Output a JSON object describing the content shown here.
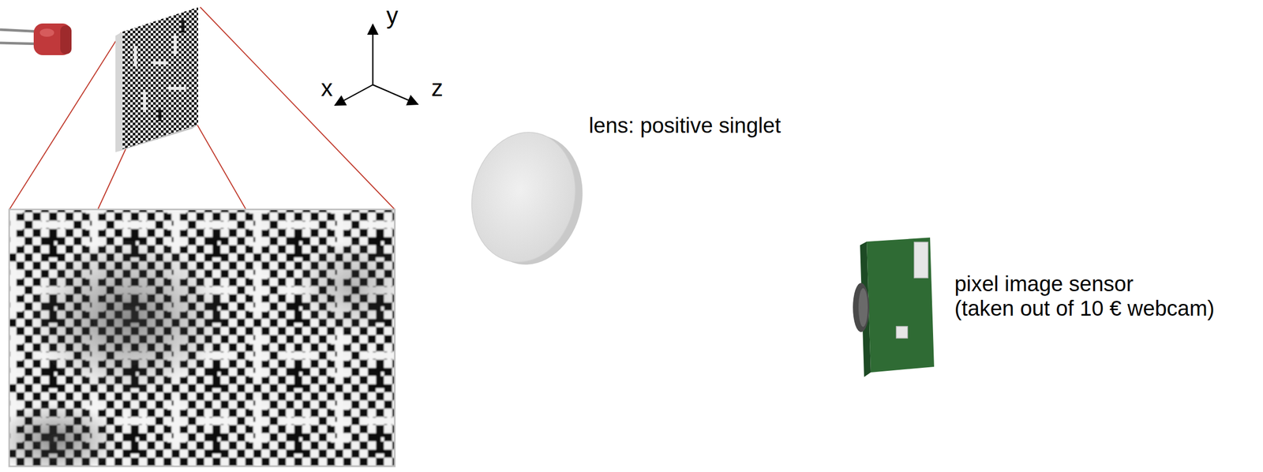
{
  "diagram": {
    "labels": [
      "y",
      "x",
      "z",
      "lens: positive singlet",
      "pixel image sensor",
      "(taken out of 10 € webcam)"
    ]
  }
}
